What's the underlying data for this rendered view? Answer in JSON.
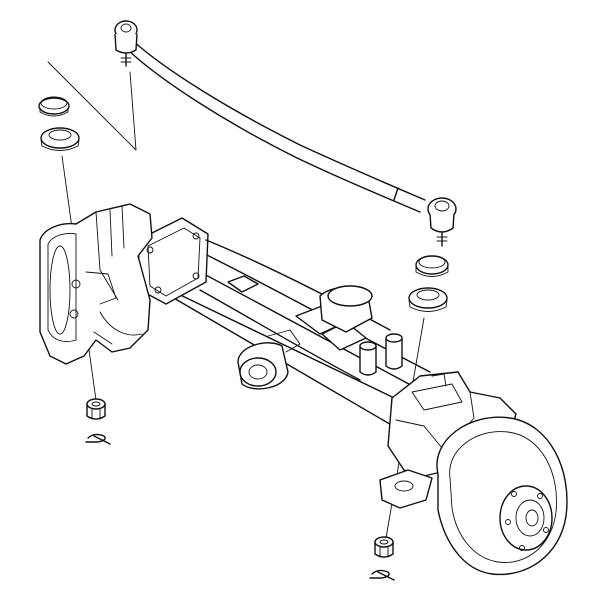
{
  "diagram": {
    "colors": {
      "line": "#111111",
      "background": "#ffffff"
    },
    "parts": [
      {
        "id": "tie-rod",
        "icon": "tie-rod-icon"
      },
      {
        "id": "tie-rod-end-left",
        "icon": "ball-joint-icon"
      },
      {
        "id": "tie-rod-end-right",
        "icon": "ball-joint-icon"
      },
      {
        "id": "dust-seal-left",
        "icon": "seal-ring-icon"
      },
      {
        "id": "dust-seal-right",
        "icon": "seal-ring-icon"
      },
      {
        "id": "boot-left",
        "icon": "boot-icon"
      },
      {
        "id": "boot-right",
        "icon": "boot-icon"
      },
      {
        "id": "axle-housing",
        "icon": "axle-housing-icon"
      },
      {
        "id": "knuckle-left",
        "icon": "steering-knuckle-icon"
      },
      {
        "id": "knuckle-right",
        "icon": "steering-knuckle-icon"
      },
      {
        "id": "hub-right",
        "icon": "wheel-hub-icon"
      },
      {
        "id": "castle-nut-left",
        "icon": "castle-nut-icon"
      },
      {
        "id": "castle-nut-right",
        "icon": "castle-nut-icon"
      },
      {
        "id": "cotter-pin-left",
        "icon": "cotter-pin-icon"
      },
      {
        "id": "cotter-pin-right",
        "icon": "cotter-pin-icon"
      }
    ]
  }
}
